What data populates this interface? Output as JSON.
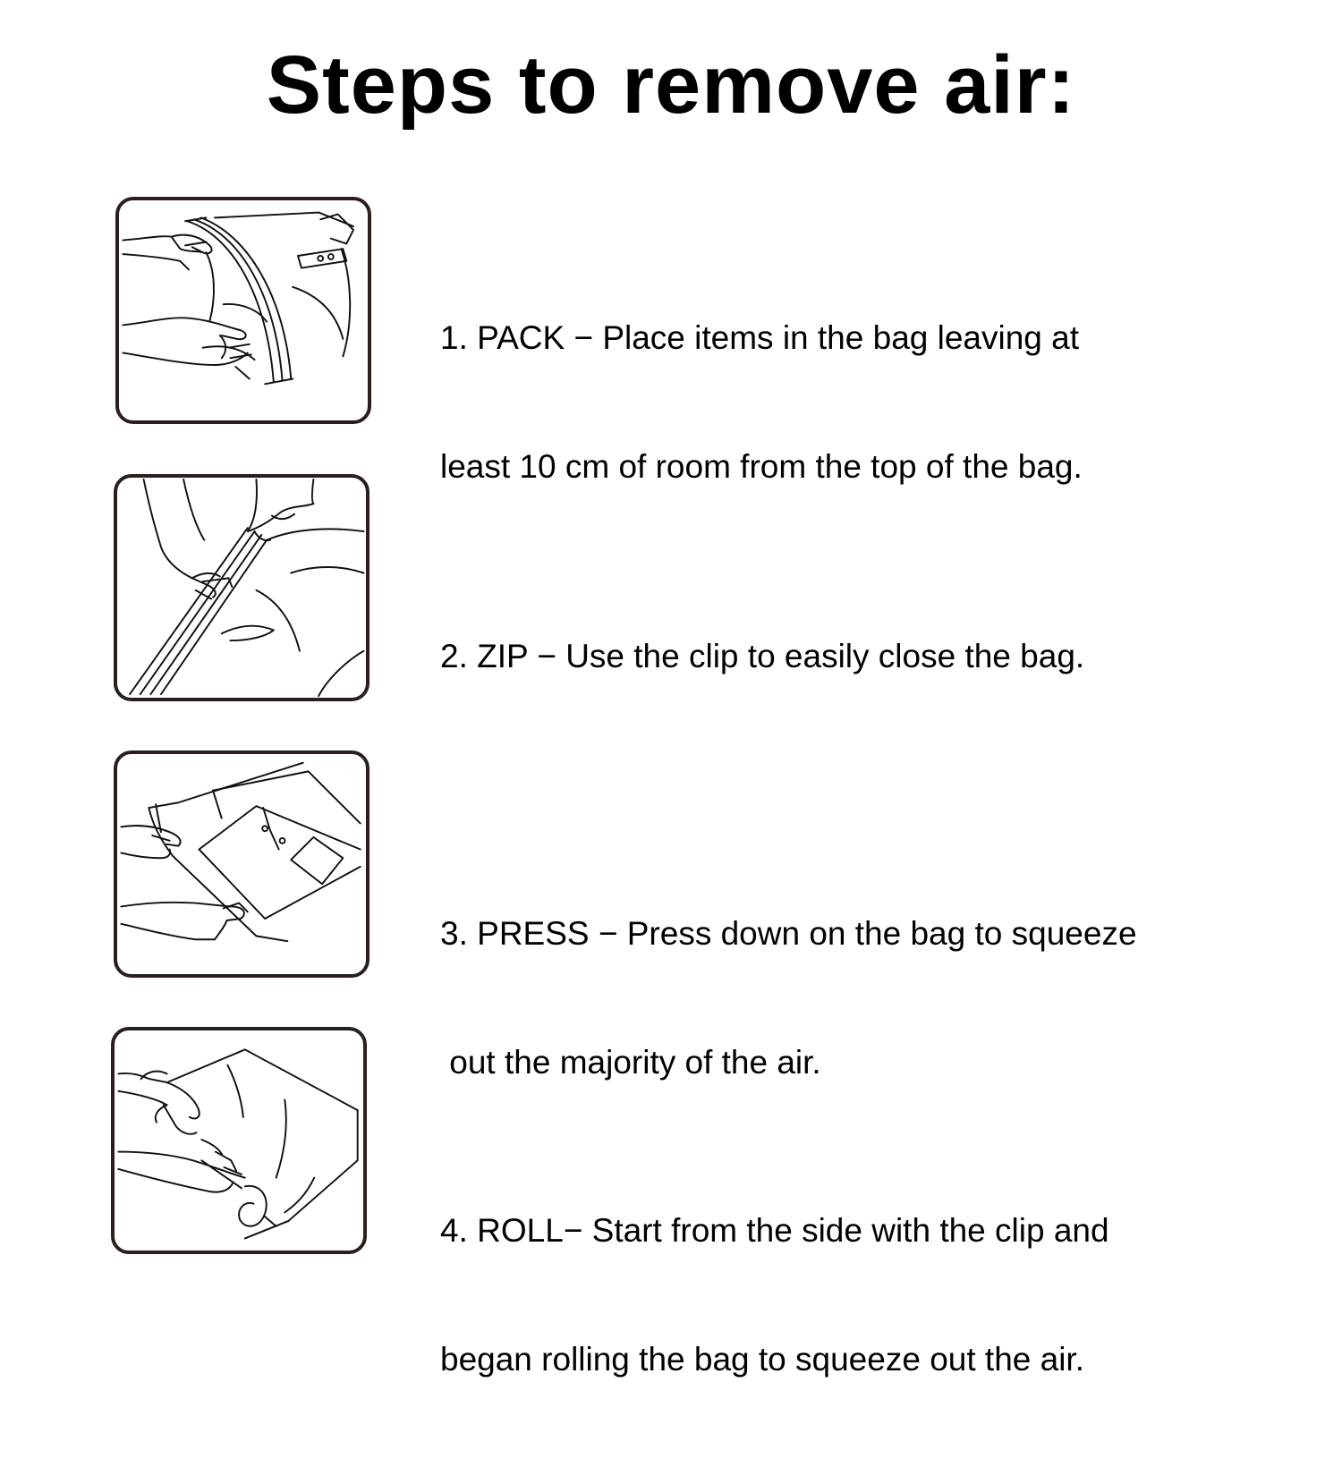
{
  "title": "Steps to remove air:",
  "steps": [
    {
      "illustration_icon": "hands-packing-bag-icon",
      "lines": [
        "1. PACK − Place items in the bag leaving at",
        "least 10 cm of room from the top of the bag."
      ]
    },
    {
      "illustration_icon": "hands-zipping-bag-icon",
      "lines": [
        "2. ZIP − Use the clip to easily close the bag."
      ]
    },
    {
      "illustration_icon": "hands-pressing-bag-icon",
      "lines": [
        "3. PRESS − Press down on the bag to squeeze",
        " out the majority of the air."
      ]
    },
    {
      "illustration_icon": "hands-rolling-bag-icon",
      "lines": [
        "4. ROLL− Start from the side with the clip and",
        "began rolling the bag to squeeze out the air."
      ]
    }
  ],
  "colors": {
    "text": "#000000",
    "frame_border": "#2a1f1c",
    "background": "#ffffff"
  }
}
